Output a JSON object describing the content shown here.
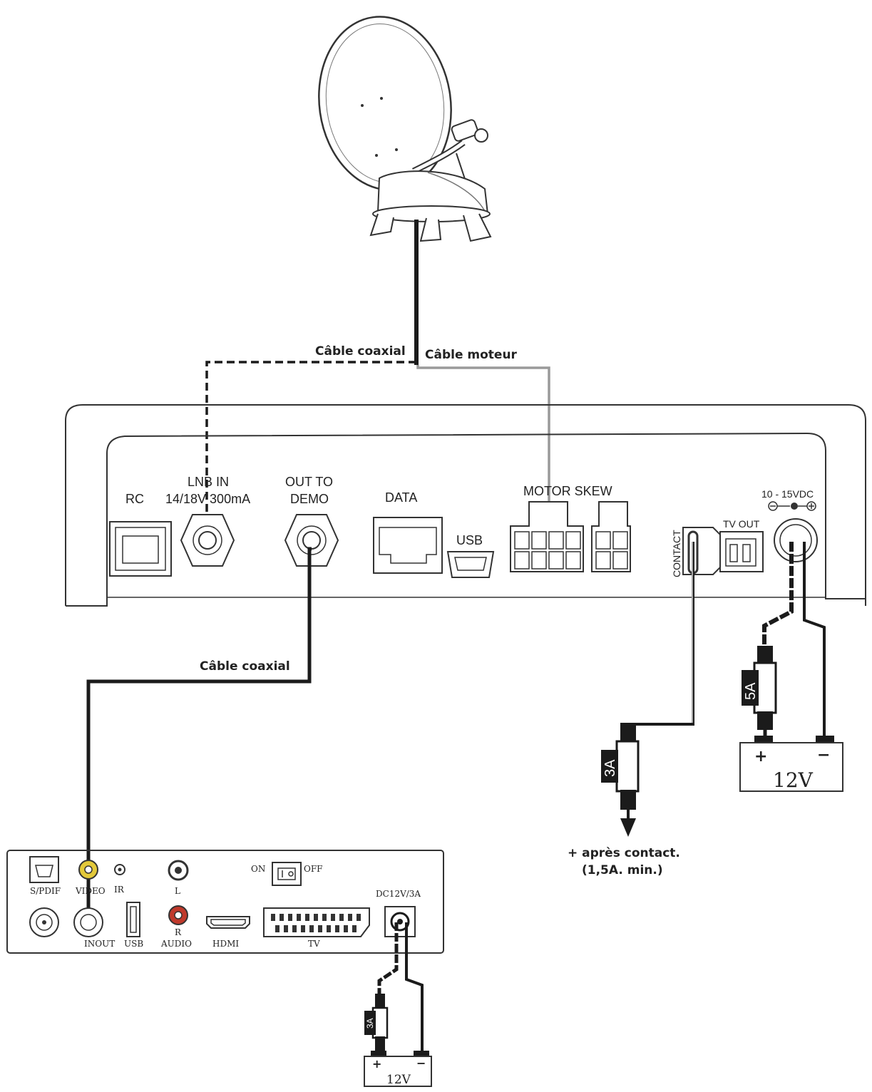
{
  "cables": {
    "coax_top": "Câble coaxial",
    "motor": "Câble moteur",
    "coax_bottom": "Câble coaxial"
  },
  "control_box": {
    "rc": "RC",
    "lnb_in_line1": "LNB IN",
    "lnb_in_line2": "14/18V 300mA",
    "out_to_demo_line1": "OUT TO",
    "out_to_demo_line2": "DEMO",
    "data": "DATA",
    "usb": "USB",
    "motor_skew": "MOTOR SKEW",
    "contact": "CONTACT",
    "tv_out": "TV OUT",
    "power_range": "10 - 15VDC"
  },
  "fuses": {
    "contact_fuse": "3A",
    "battery_fuse": "5A",
    "receiver_fuse": "3A"
  },
  "batteries": {
    "main": "12V",
    "receiver": "12V",
    "plus": "+",
    "minus": "−"
  },
  "contact_note": {
    "line1": "+ après contact.",
    "line2": "(1,5A. min.)"
  },
  "receiver": {
    "spdif": "S/PDIF",
    "video": "VIDEO",
    "ir": "IR",
    "l": "L",
    "r": "R",
    "audio": "AUDIO",
    "on": "ON",
    "off": "OFF",
    "power_spec": "DC12V/3A",
    "inout": "INOUT",
    "usb": "USB",
    "hdmi": "HDMI",
    "tv": "TV"
  },
  "colors": {
    "line": "#222222",
    "motor_cable": "#9a9a9a",
    "video_jack": "#e3c93a",
    "audio_r_jack": "#c0392b"
  }
}
